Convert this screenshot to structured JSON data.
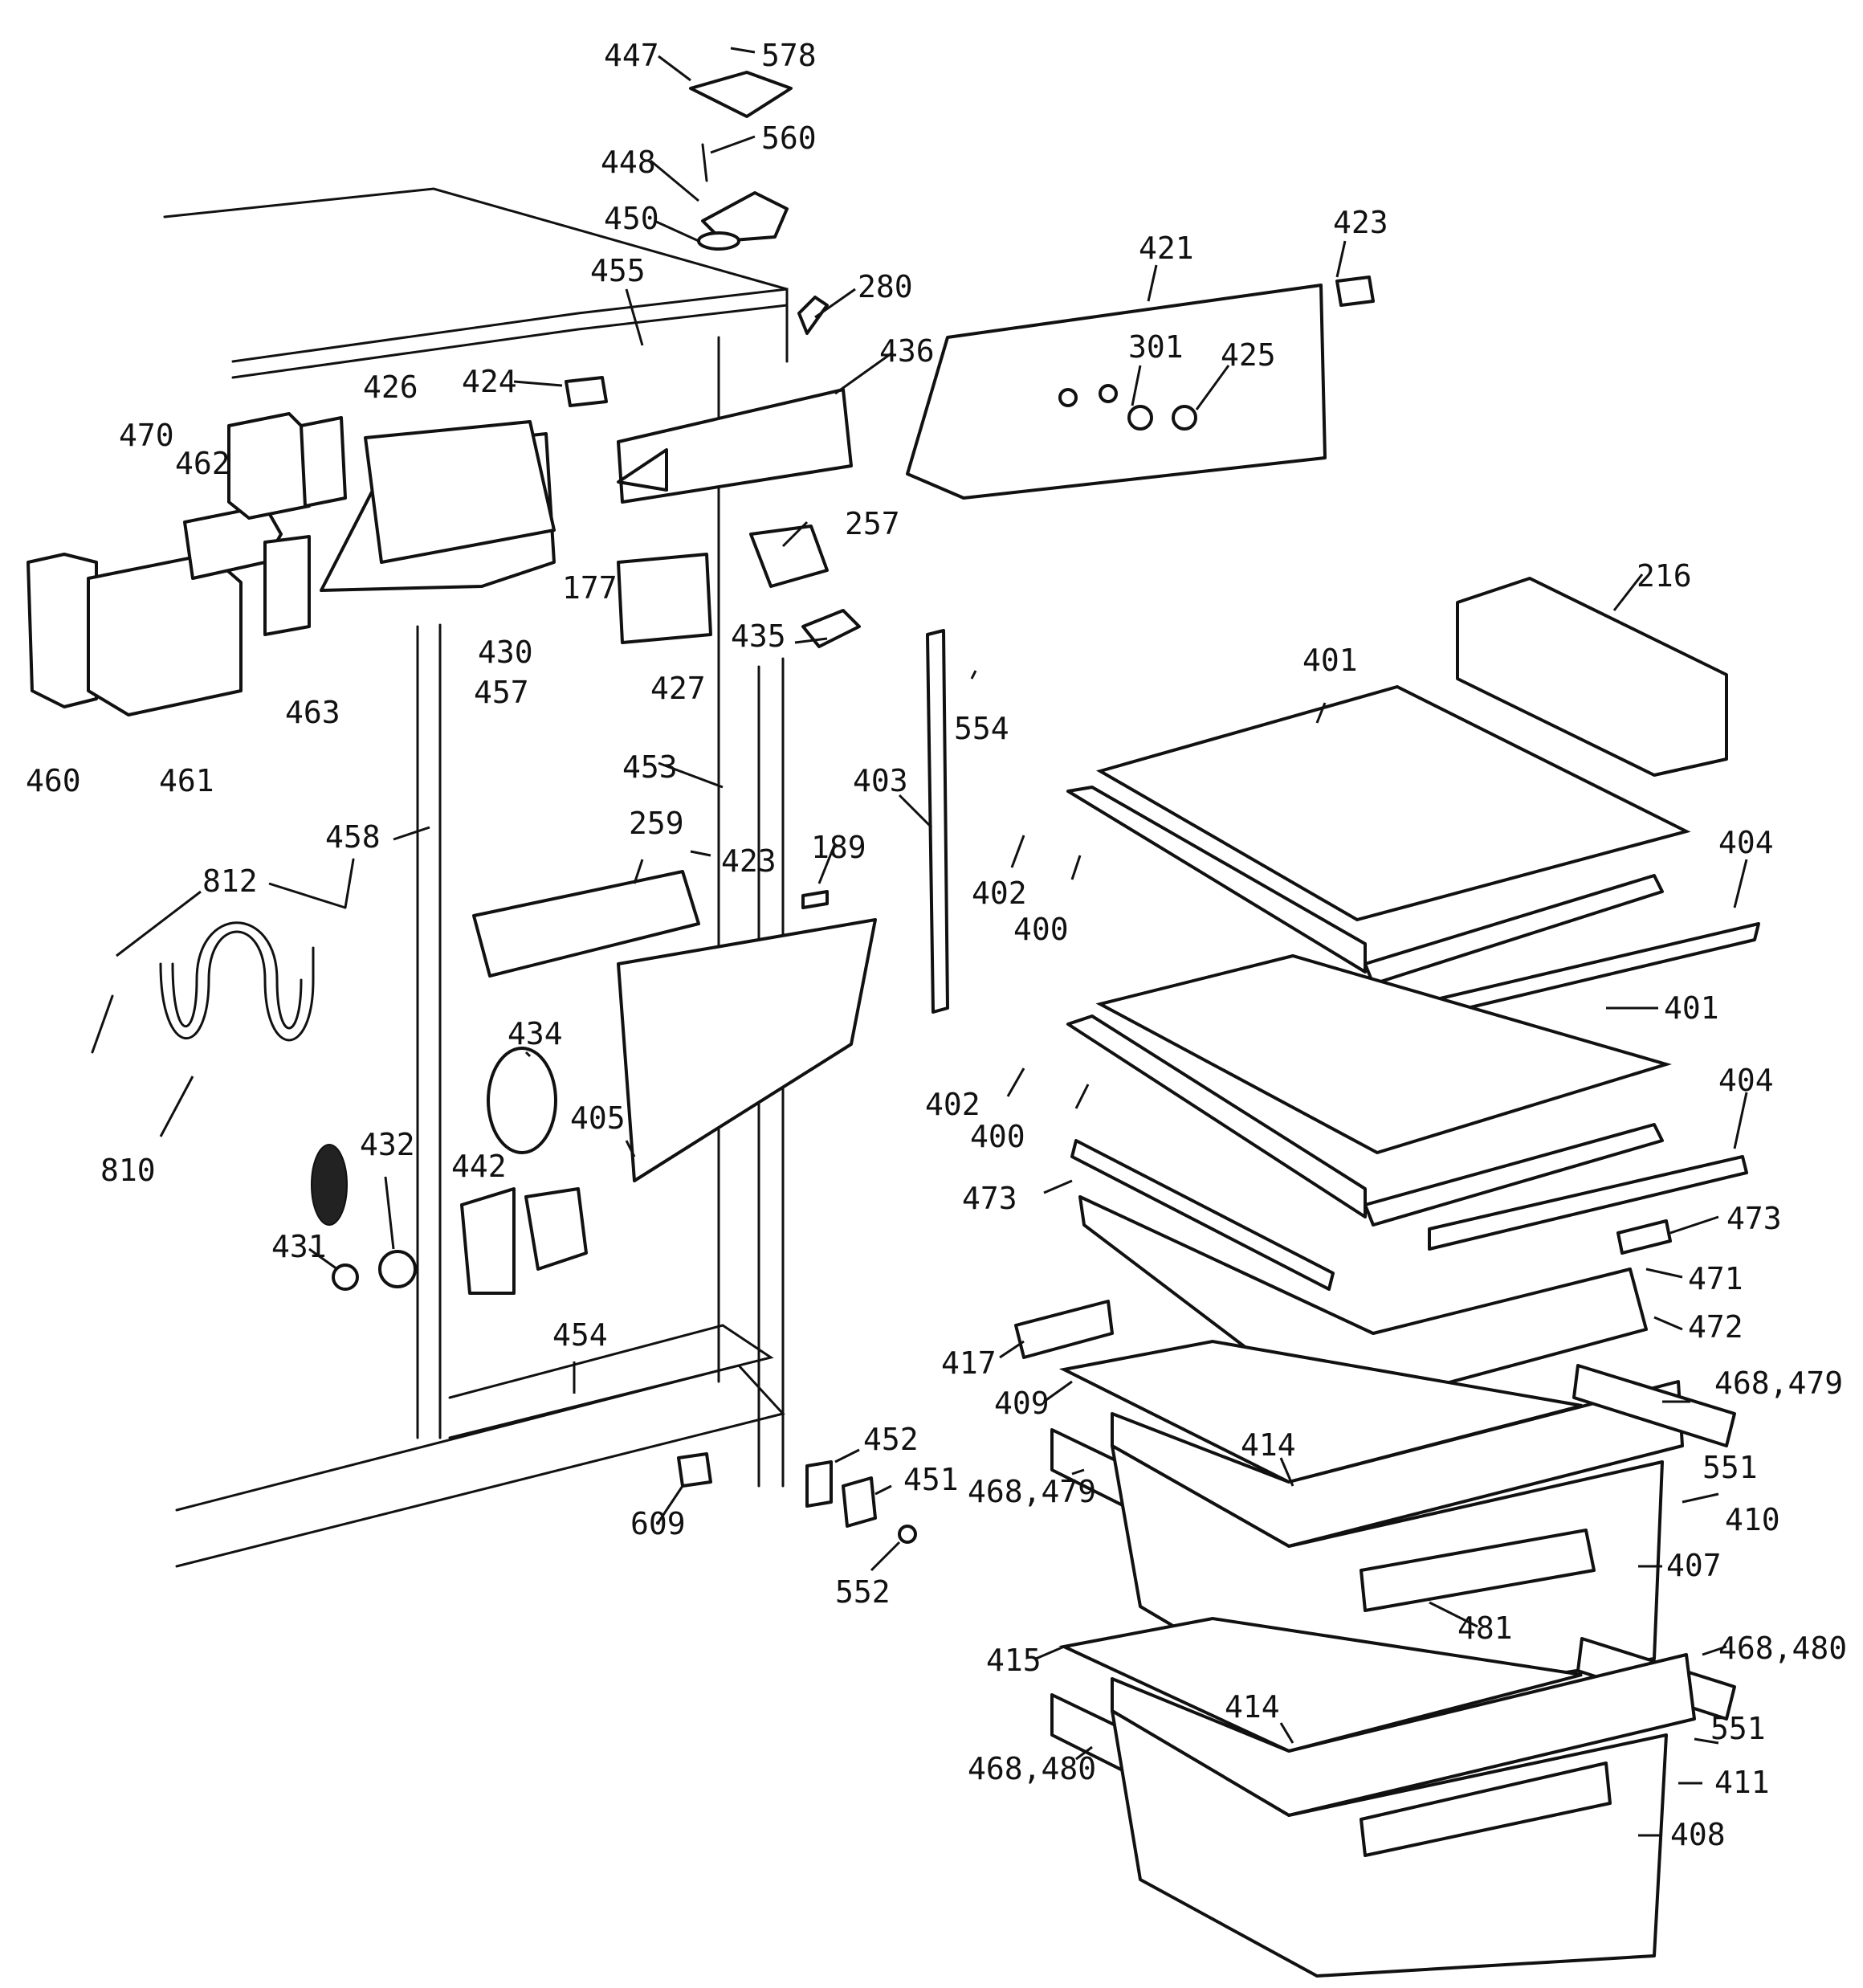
{
  "diagram": {
    "type": "exploded parts diagram",
    "callouts": [
      "447",
      "578",
      "560",
      "448",
      "450",
      "455",
      "280",
      "421",
      "423",
      "436",
      "424",
      "426",
      "470",
      "462",
      "301",
      "425",
      "430",
      "177",
      "257",
      "427",
      "435",
      "460",
      "461",
      "463",
      "457",
      "216",
      "401",
      "554",
      "453",
      "403",
      "458",
      "259",
      "423",
      "189",
      "812",
      "402",
      "400",
      "404",
      "401",
      "434",
      "810",
      "405",
      "402",
      "400",
      "404",
      "432",
      "442",
      "473",
      "473",
      "431",
      "471",
      "454",
      "472",
      "417",
      "468,479",
      "409",
      "551",
      "414",
      "452",
      "468,479",
      "451",
      "410",
      "407",
      "609",
      "552",
      "481",
      "415",
      "468,480",
      "414",
      "551",
      "468,480",
      "411",
      "408"
    ]
  }
}
